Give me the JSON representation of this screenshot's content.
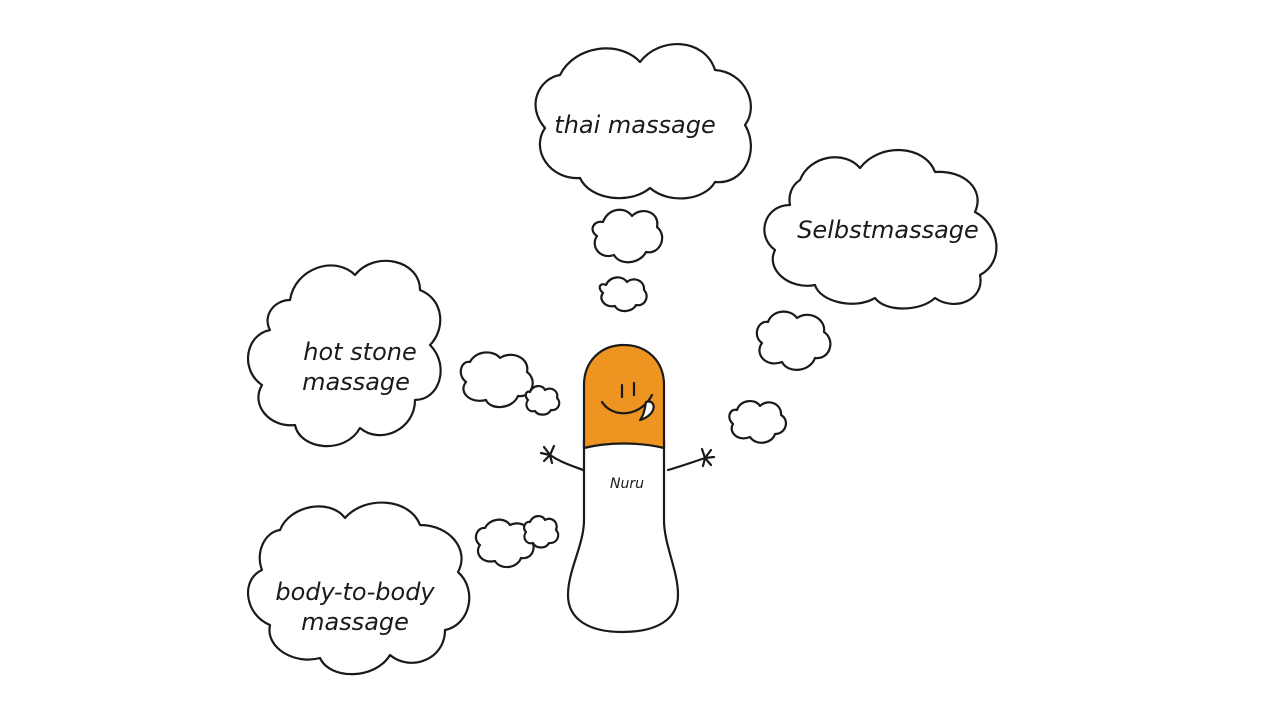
{
  "bubbles": {
    "thai": "thai massage",
    "self": "Selbstmassage",
    "hotstone_line1": "hot stone",
    "hotstone_line2": "massage",
    "body_line1": "body-to-body",
    "body_line2": "massage"
  },
  "bottle": {
    "label": "Nuru",
    "cap_color": "#ee9420",
    "body_color": "#ffffff"
  }
}
